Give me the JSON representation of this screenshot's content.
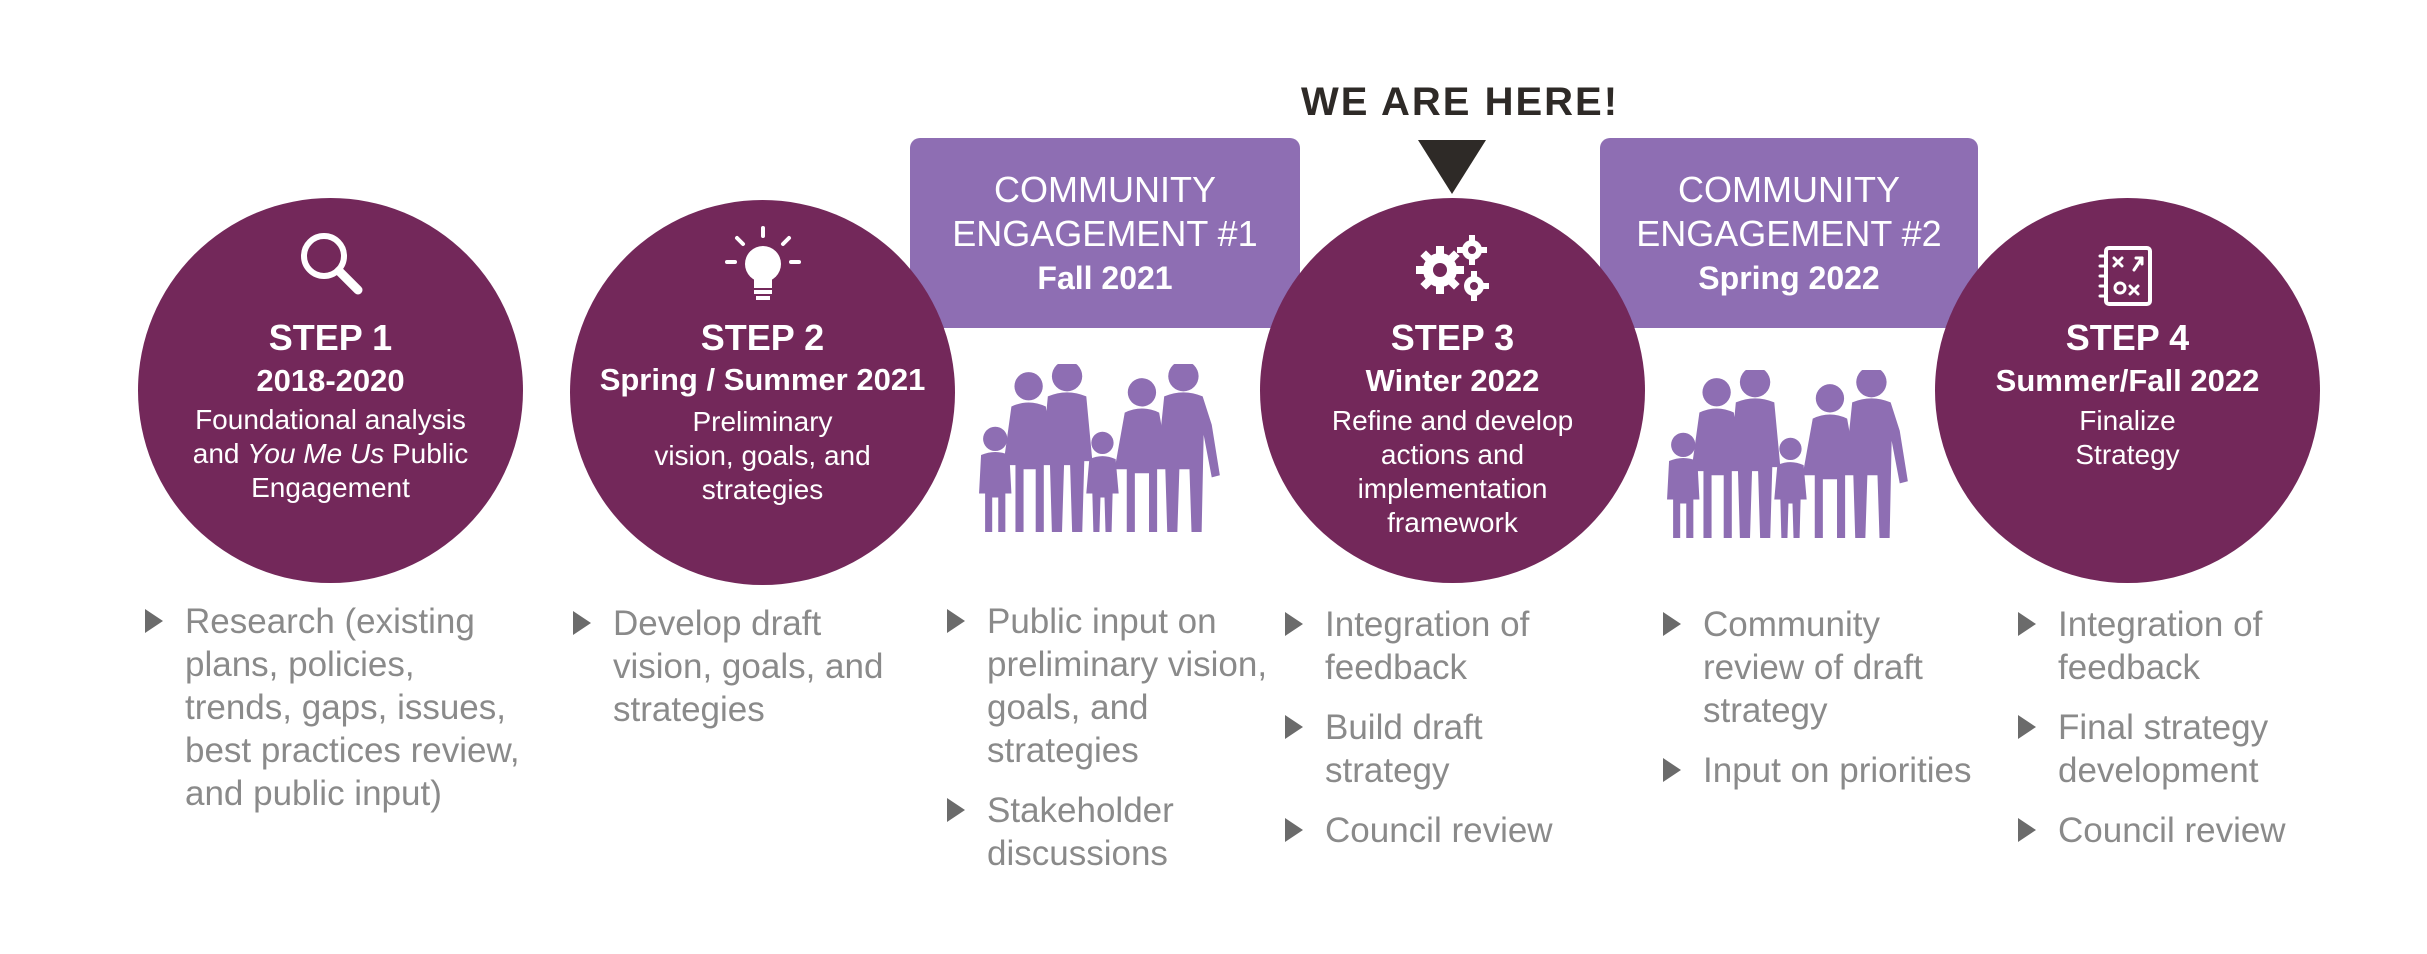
{
  "banner": {
    "we_are_here": "WE ARE HERE!"
  },
  "steps": [
    {
      "title": "STEP 1",
      "date": "2018-2020",
      "desc_line1": "Foundational analysis",
      "desc_line2_pre": "and ",
      "desc_line2_em": "You Me Us",
      "desc_line2_post": " Public",
      "desc_line3": "Engagement",
      "icon": "magnifier-icon",
      "bullets": [
        "Research (existing plans, policies, trends, gaps, issues, best practices review, and public input)"
      ]
    },
    {
      "title": "STEP 2",
      "date": "Spring / Summer 2021",
      "desc": [
        "Preliminary",
        "vision, goals, and",
        "strategies"
      ],
      "icon": "lightbulb-icon",
      "bullets": [
        "Develop draft vision, goals, and strategies"
      ]
    },
    {
      "title": "STEP 3",
      "date": "Winter 2022",
      "desc": [
        "Refine and develop",
        "actions and",
        "implementation",
        "framework"
      ],
      "icon": "gears-icon",
      "bullets": [
        "Integration of feedback",
        "Build draft strategy",
        "Council review"
      ]
    },
    {
      "title": "STEP 4",
      "date": "Summer/Fall 2022",
      "desc": [
        "Finalize",
        "Strategy"
      ],
      "icon": "strategy-board-icon",
      "bullets": [
        "Integration of feedback",
        "Final strategy development",
        "Council review"
      ]
    }
  ],
  "engagements": [
    {
      "title_line1": "COMMUNITY",
      "title_line2": "ENGAGEMENT #1",
      "date": "Fall 2021",
      "icon": "family-icon",
      "bullets": [
        "Public input on preliminary vision, goals, and strategies",
        "Stakeholder discussions"
      ]
    },
    {
      "title_line1": "COMMUNITY",
      "title_line2": "ENGAGEMENT #2",
      "date": "Spring 2022",
      "icon": "family-icon",
      "bullets": [
        "Community review of draft strategy",
        "Input on priorities"
      ]
    }
  ],
  "colors": {
    "step_circle": "#73285a",
    "engagement": "#8e6eb3",
    "bullet_text": "#8a8a8a",
    "banner_text": "#2e2a27"
  }
}
